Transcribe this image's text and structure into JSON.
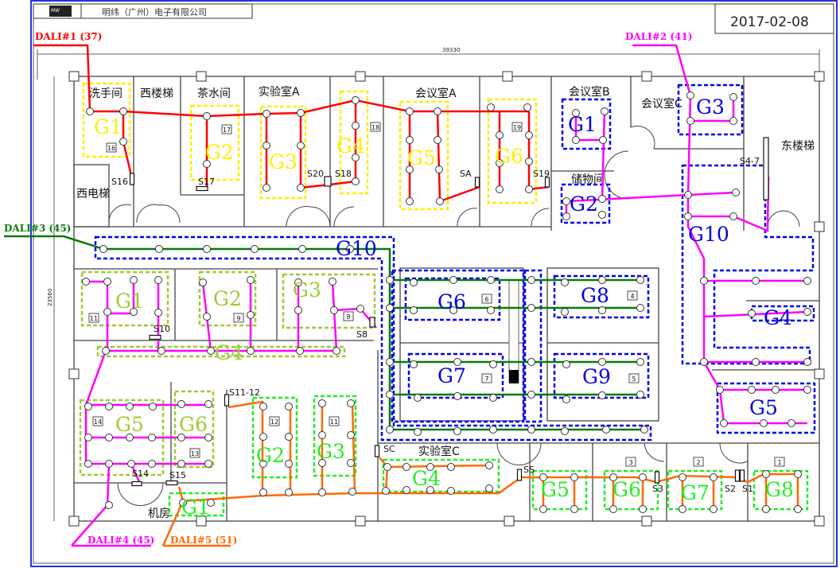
{
  "title_block": {
    "logo": "MW MEAN WELL",
    "company": "明纬（广州）电子有限公司",
    "date": "2017-02-08"
  },
  "dimensions": {
    "width": "39330",
    "height": "23560"
  },
  "circuits": [
    {
      "label": "DALI#1 (37)",
      "color": "#ff0000"
    },
    {
      "label": "DALI#2 (41)",
      "color": "#ff00ff"
    },
    {
      "label": "DALI#3 (45)",
      "color": "#0a7a0a"
    },
    {
      "label": "DALI#4 (45)",
      "color": "#ff00ff"
    },
    {
      "label": "DALI#5 (51)",
      "color": "#ff6a00"
    }
  ],
  "rooms": [
    "洗手间",
    "西楼梯",
    "茶水间",
    "实验室A",
    "会议室A",
    "会议室B",
    "会议室C",
    "储物间",
    "东楼梯",
    "西电梯",
    "实验室C",
    "机房"
  ],
  "switches": [
    "S16",
    "S17",
    "S20",
    "S18",
    "SA",
    "S19",
    "S4-7",
    "S10",
    "S8",
    "S14",
    "S15",
    "S11-12",
    "SC",
    "SS",
    "S3",
    "S2",
    "S1"
  ],
  "room_numbers": [
    "16",
    "17",
    "18",
    "19",
    "11",
    "9",
    "8",
    "14",
    "13",
    "12",
    "11",
    "6",
    "4",
    "7",
    "5",
    "3",
    "2",
    "1"
  ],
  "groups": {
    "dali1": [
      "G1",
      "G2",
      "G3",
      "G4",
      "G5",
      "G6"
    ],
    "dali2": [
      "G1",
      "G2",
      "G3",
      "G10",
      "G4",
      "G5"
    ],
    "dali3": [
      "G10",
      "G6",
      "G8",
      "G7",
      "G9"
    ],
    "dali4": [
      "G1",
      "G2",
      "G3",
      "G4",
      "G5",
      "G6"
    ],
    "dali5": [
      "G1",
      "G2",
      "G3",
      "G4",
      "G5",
      "G6",
      "G7",
      "G8"
    ]
  },
  "group_colors": {
    "dali1": "#ffee00",
    "dali2": "#0000dd",
    "dali3": "#0000dd",
    "dali4": "#9acd32",
    "dali5": "#22ee22"
  }
}
